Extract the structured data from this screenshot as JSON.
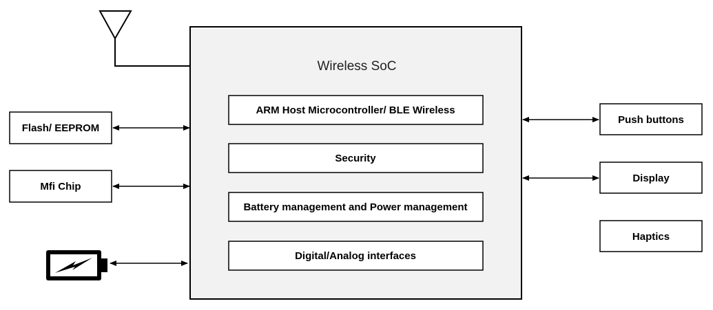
{
  "soc": {
    "title": "Wireless SoC",
    "blocks": [
      "ARM Host Microcontroller/ BLE Wireless",
      "Security",
      "Battery management and Power management",
      "Digital/Analog interfaces"
    ]
  },
  "left_peripherals": {
    "flash": "Flash/ EEPROM",
    "mfi": "Mfi Chip"
  },
  "right_peripherals": {
    "push_buttons": "Push buttons",
    "display": "Display",
    "haptics": "Haptics"
  },
  "icons": {
    "antenna": "antenna-icon",
    "battery": "battery-icon"
  },
  "colors": {
    "soc_fill": "#f2f2f2",
    "stroke": "#000000",
    "block_fill": "#ffffff"
  }
}
